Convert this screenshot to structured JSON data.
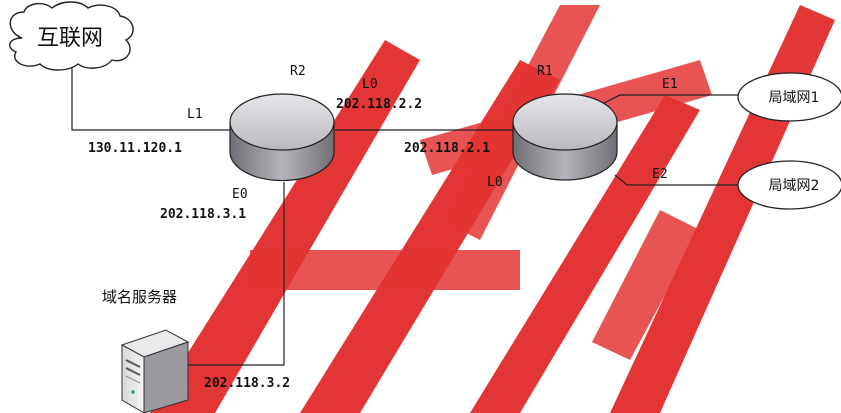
{
  "internet": {
    "label": "互联网"
  },
  "routers": {
    "r2": {
      "name": "R2"
    },
    "r1": {
      "name": "R1"
    }
  },
  "interfaces": {
    "r2_l1": {
      "name": "L1",
      "ip": "130.11.120.1"
    },
    "r2_l0": {
      "name": "L0",
      "ip": "202.118.2.2"
    },
    "r2_e0": {
      "name": "E0",
      "ip": "202.118.3.1"
    },
    "r1_l0": {
      "name": "L0",
      "ip": "202.118.2.1"
    },
    "r1_e1": {
      "name": "E1"
    },
    "r1_e2": {
      "name": "E2"
    }
  },
  "lans": {
    "lan1": {
      "label": "局域网1"
    },
    "lan2": {
      "label": "局域网2"
    }
  },
  "dns_server": {
    "label": "域名服务器",
    "ip": "202.118.3.2"
  },
  "colors": {
    "router_top": "#c9c9cd",
    "router_side": "#8e8e94",
    "watermark": "#e02020"
  }
}
